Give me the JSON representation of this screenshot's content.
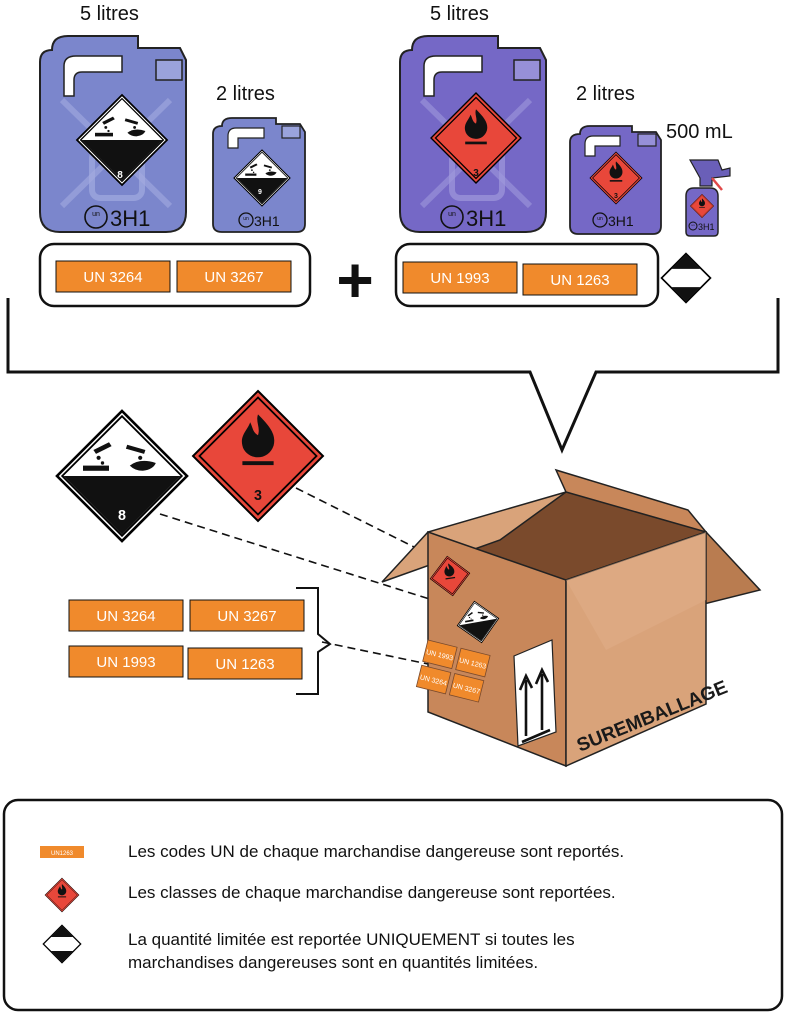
{
  "containers": {
    "left_big": {
      "volume": "5 litres",
      "marking": "3H1",
      "un_symbol": "un"
    },
    "left_small": {
      "volume": "2 litres",
      "marking": "3H1",
      "un_symbol": "un"
    },
    "right_big": {
      "volume": "5 litres",
      "marking": "3H1",
      "un_symbol": "un"
    },
    "right_small": {
      "volume": "2 litres",
      "marking": "3H1",
      "un_symbol": "un"
    },
    "spray": {
      "volume": "500 mL",
      "marking": "3H1",
      "un_symbol": "un"
    }
  },
  "hazard_labels": {
    "corrosive": {
      "class_number": "8",
      "icon": "corrosive-icon",
      "color": "#000000"
    },
    "flammable": {
      "class_number": "3",
      "icon": "flame-icon",
      "color": "#e8473a"
    }
  },
  "groups": {
    "left": {
      "codes": [
        "UN 3264",
        "UN 3267"
      ]
    },
    "right": {
      "codes": [
        "UN 1993",
        "UN 1263"
      ]
    },
    "operator": "+"
  },
  "overpack": {
    "label": "SUREMBALLAGE",
    "codes": [
      "UN 3264",
      "UN 3267",
      "UN 1993",
      "UN 1263"
    ],
    "box_codes": [
      "UN 1993",
      "UN 1263",
      "UN 3264",
      "UN 3267"
    ],
    "orientation_icon": "this-way-up-arrows-icon"
  },
  "legend": {
    "items": [
      {
        "icon": "un-code-label-icon",
        "sample": "UN1263",
        "text": "Les codes UN de chaque marchandise dangereuse sont reportés."
      },
      {
        "icon": "class-label-icon",
        "text": "Les classes de chaque marchandise dangereuse sont reportées."
      },
      {
        "icon": "limited-quantity-icon",
        "text": "La quantité limitée est reportée UNIQUEMENT si toutes les marchandises dangereuses sont en quantités limitées."
      }
    ]
  },
  "colors": {
    "orange": "#f08a2c",
    "can_left": "#7b86cc",
    "can_right": "#7568c6",
    "flammable_red": "#e8473a",
    "box": "#c8875a",
    "box_light": "#d9a37a",
    "box_dark": "#a9693f"
  }
}
